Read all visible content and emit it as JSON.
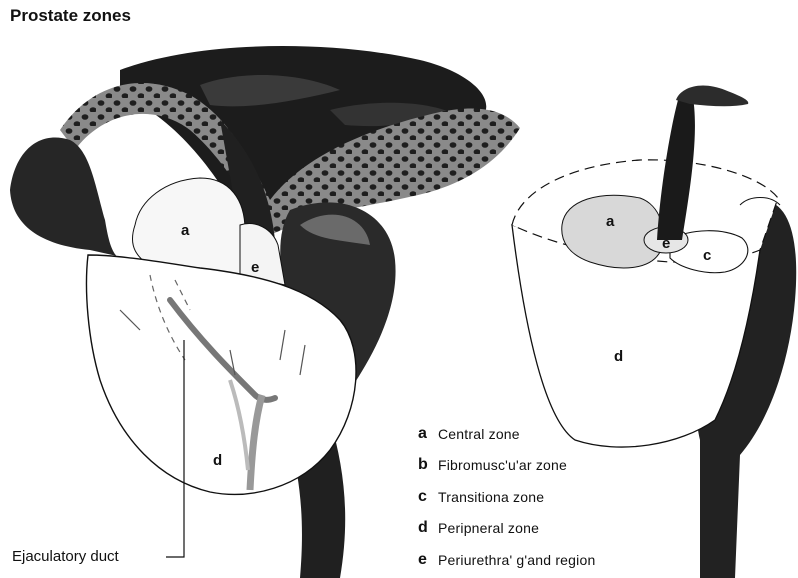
{
  "title": "Prostate zones",
  "figure": {
    "left_labels": {
      "a": "a",
      "e": "e",
      "d": "d"
    },
    "right_labels": {
      "a": "a",
      "e": "e",
      "c": "c",
      "d": "d"
    },
    "colors": {
      "dark": "#1c1c1c",
      "mid": "#4a4a4a",
      "light": "#f7f7f7",
      "stroke": "#111111"
    }
  },
  "legend": [
    {
      "key": "a",
      "label": "Central zone"
    },
    {
      "key": "b",
      "label": "Fibromusc'u'ar zone"
    },
    {
      "key": "c",
      "label": "Transitiona zone"
    },
    {
      "key": "d",
      "label": "Peripneral zone"
    },
    {
      "key": "e",
      "label": "Periurethra' g'and region"
    }
  ],
  "callout": {
    "label": "Ejaculatory duct"
  }
}
